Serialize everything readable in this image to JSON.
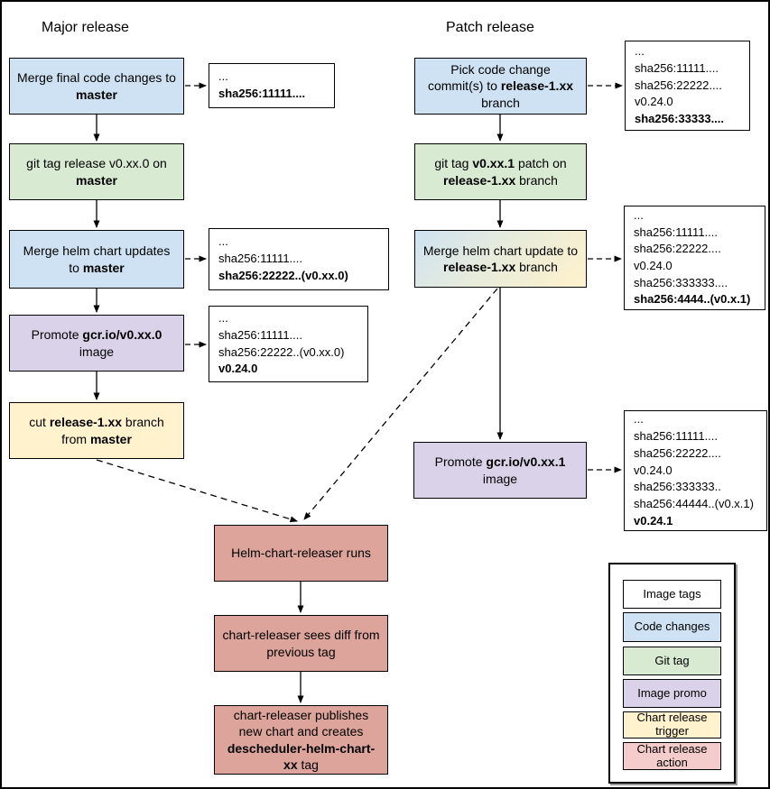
{
  "colors": {
    "code": "#cfe2f3",
    "git": "#d9ead3",
    "promo": "#d9d2e9",
    "trigger": "#fff2cc",
    "action": "#dda49b",
    "action_light": "#f4cccc",
    "tags": "#ffffff"
  },
  "major": {
    "title": "Major release",
    "steps": [
      {
        "segments": [
          {
            "t": "Merge final code changes to "
          },
          {
            "t": "master",
            "b": true
          }
        ]
      },
      {
        "segments": [
          {
            "t": "git tag release v0.xx.0 on "
          },
          {
            "t": "master",
            "b": true
          }
        ]
      },
      {
        "segments": [
          {
            "t": "Merge helm chart updates to "
          },
          {
            "t": "master",
            "b": true
          }
        ]
      },
      {
        "segments": [
          {
            "t": "Promote "
          },
          {
            "t": "gcr.io/v0.xx.0",
            "b": true
          },
          {
            "t": " image"
          }
        ]
      },
      {
        "segments": [
          {
            "t": "cut "
          },
          {
            "t": "release-1.xx",
            "b": true
          },
          {
            "t": " branch from "
          },
          {
            "t": "master",
            "b": true
          }
        ]
      }
    ],
    "annotations": [
      {
        "lines": [
          {
            "t": "..."
          },
          {
            "t": "sha256:11111....",
            "b": true
          }
        ]
      },
      {
        "lines": [
          {
            "t": "..."
          },
          {
            "t": "sha256:11111...."
          },
          {
            "t": "sha256:22222..(v0.xx.0)",
            "b": true
          }
        ]
      },
      {
        "lines": [
          {
            "t": "..."
          },
          {
            "t": "sha256:11111...."
          },
          {
            "t": "sha256:22222..(v0.xx.0)"
          },
          {
            "t": "v0.24.0",
            "b": true
          }
        ]
      }
    ]
  },
  "patch": {
    "title": "Patch release",
    "steps": [
      {
        "segments": [
          {
            "t": "Pick code change commit(s) to "
          },
          {
            "t": "release-1.xx",
            "b": true
          },
          {
            "t": " branch"
          }
        ]
      },
      {
        "segments": [
          {
            "t": "git tag "
          },
          {
            "t": "v0.xx.1",
            "b": true
          },
          {
            "t": " patch on "
          },
          {
            "t": "release-1.xx",
            "b": true
          },
          {
            "t": " branch"
          }
        ]
      },
      {
        "segments": [
          {
            "t": "Merge helm chart update to "
          },
          {
            "t": "release-1.xx",
            "b": true
          },
          {
            "t": " branch"
          }
        ]
      },
      {
        "segments": [
          {
            "t": "Promote "
          },
          {
            "t": "gcr.io/v0.xx.1",
            "b": true
          },
          {
            "t": " image"
          }
        ]
      }
    ],
    "annotations": [
      {
        "lines": [
          {
            "t": "..."
          },
          {
            "t": "sha256:11111...."
          },
          {
            "t": "sha256:22222...."
          },
          {
            "t": "v0.24.0"
          },
          {
            "t": "sha256:33333....",
            "b": true
          }
        ]
      },
      {
        "lines": [
          {
            "t": "..."
          },
          {
            "t": "sha256:11111...."
          },
          {
            "t": "sha256:22222...."
          },
          {
            "t": "v0.24.0"
          },
          {
            "t": "sha256:333333...."
          },
          {
            "t": "sha256:4444..(v0.x.1)",
            "b": true
          }
        ]
      },
      {
        "lines": [
          {
            "t": "..."
          },
          {
            "t": "sha256:11111...."
          },
          {
            "t": "sha256:22222...."
          },
          {
            "t": "v0.24.0"
          },
          {
            "t": "sha256:333333.."
          },
          {
            "t": "sha256:44444..(v0.x.1)"
          },
          {
            "t": "v0.24.1",
            "b": true
          }
        ]
      }
    ]
  },
  "chart_release": {
    "steps": [
      {
        "segments": [
          {
            "t": "Helm-chart-releaser runs"
          }
        ]
      },
      {
        "segments": [
          {
            "t": "chart-releaser sees diff from previous tag"
          }
        ]
      },
      {
        "segments": [
          {
            "t": "chart-releaser publishes new chart and creates "
          },
          {
            "t": "descheduler-helm-chart-xx",
            "b": true
          },
          {
            "t": " tag"
          }
        ]
      }
    ]
  },
  "legend": {
    "items": [
      {
        "label": "Image tags"
      },
      {
        "label": "Code changes"
      },
      {
        "label": "Git tag"
      },
      {
        "label": "Image promo"
      },
      {
        "label": "Chart release trigger"
      },
      {
        "label": "Chart release action"
      }
    ]
  }
}
